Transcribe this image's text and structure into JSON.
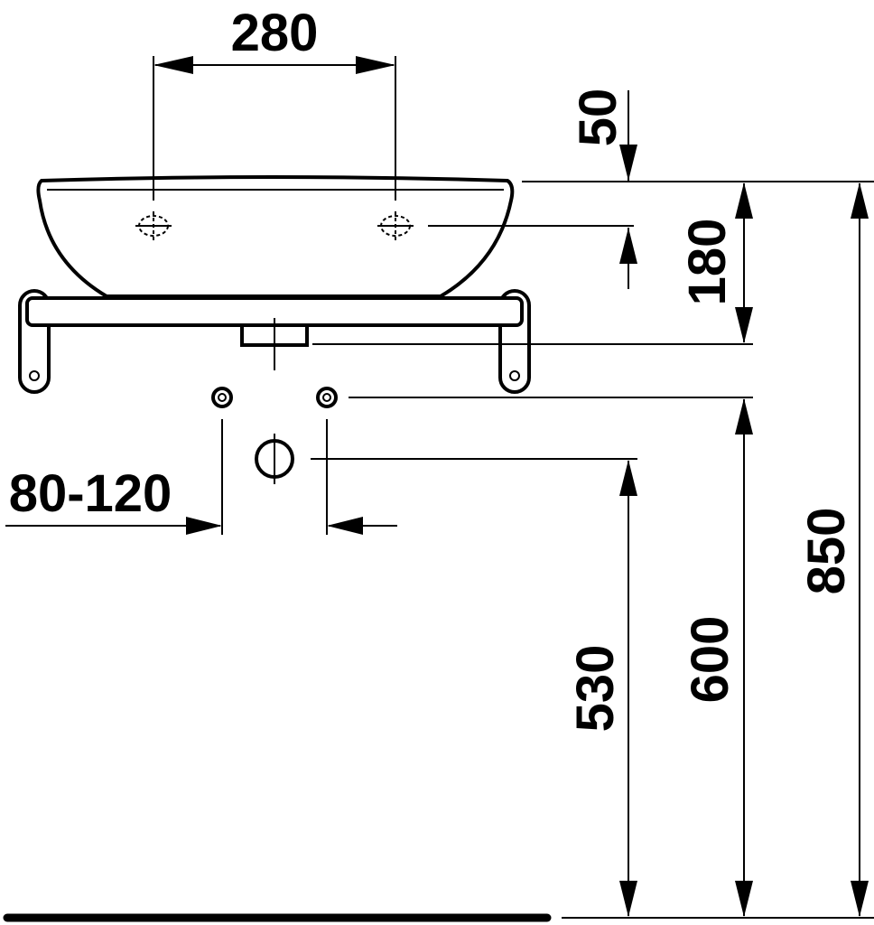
{
  "dimensions": {
    "tap_spacing": "280",
    "rim_to_tap": "50",
    "basin_height": "180",
    "supply_spacing": "80-120",
    "waste_height": "530",
    "supply_height": "600",
    "rim_height": "850"
  },
  "colors": {
    "ink": "#000000",
    "paper": "#ffffff"
  },
  "icons": [
    "tap-hole-icon",
    "supply-connection-icon",
    "waste-outlet-icon"
  ]
}
